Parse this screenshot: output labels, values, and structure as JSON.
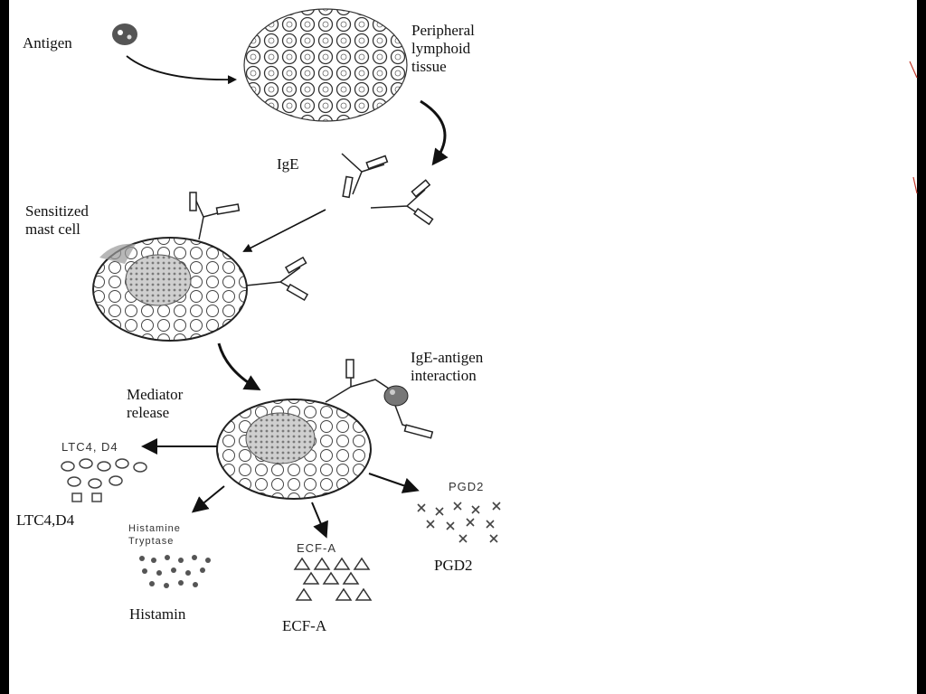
{
  "diagram": {
    "labels": {
      "antigen": "Antigen",
      "peripheral_lymphoid_tissue": "Peripheral\nlymphoid\ntissue",
      "ige": "IgE",
      "sensitized_mast_cell": "Sensitized\nmast cell",
      "ige_antigen_interaction": "IgE-antigen\ninteraction",
      "mediator_release": "Mediator\nrelease",
      "ltc4_d4": "LTC4,D4",
      "histamin": "Histamin",
      "ecf_a": "ECF-A",
      "pgd2": "PGD2"
    },
    "inner_labels": {
      "ltc4_d4": "LTC4, D4",
      "histamine_tryptase": "Histamine\nTryptase",
      "ecf_a": "ECF-A",
      "pgd2": "PGD2"
    }
  },
  "colors": {
    "background": "#000000",
    "slide": "#ffffff",
    "ink": "#222222",
    "accent": "#c0392b"
  }
}
